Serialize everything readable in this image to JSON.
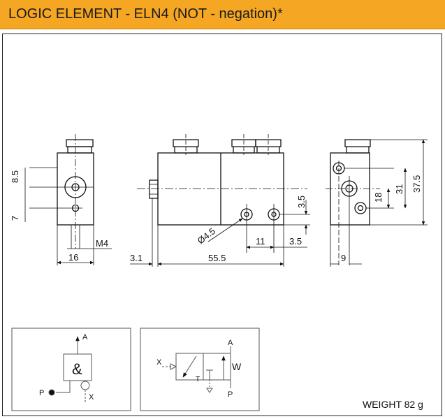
{
  "header": {
    "title": "LOGIC ELEMENT - ELN4 (NOT - negation)*"
  },
  "footer": {
    "weight": "WEIGHT 82 g"
  },
  "dimensions": {
    "left_8_5": "8.5",
    "left_7": "7",
    "m4": "M4",
    "w16": "16",
    "w3_1": "3.1",
    "w55_5": "55.5",
    "dia4_5": "Ø4.5",
    "w11": "11",
    "w3_5_bottom": "3.5",
    "h3_5_right": "3.5",
    "w9": "9",
    "h18": "18",
    "h31": "31",
    "h37_5": "37.5"
  },
  "symbols": {
    "logic": {
      "port_a": "A",
      "port_p": "P",
      "port_x": "X",
      "gate": "&"
    },
    "valve": {
      "port_x": "X",
      "port_a": "A",
      "port_p": "P",
      "port_t": "T",
      "spring": "W"
    }
  },
  "colors": {
    "header": "#f5a623",
    "line": "#111111"
  }
}
